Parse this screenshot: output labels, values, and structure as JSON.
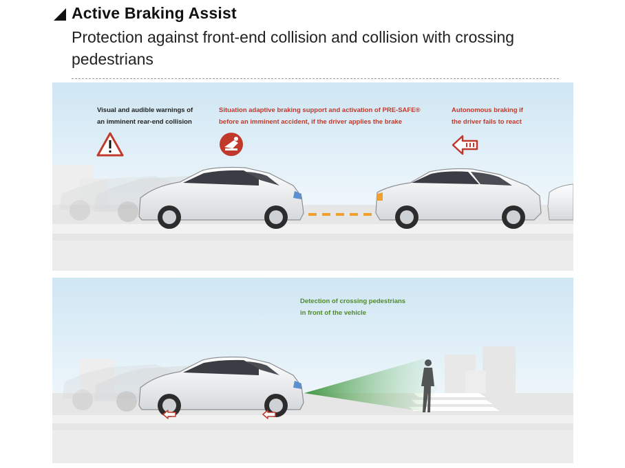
{
  "header": {
    "title": "Active Braking Assist",
    "subtitle": "Protection against front-end collision and collision with crossing pedestrians"
  },
  "top_panel": {
    "caption_warning": "Visual and audible warnings of\nan imminent rear-end collision",
    "caption_braking": "Situation adaptive braking support and activation of PRE-SAFE®\nbefore an imminent accident, if the driver applies the brake",
    "caption_autonomous": "Autonomous braking if\nthe driver fails to react",
    "icons": [
      "warning-triangle-icon",
      "brake-pedal-icon",
      "arrow-left-icon"
    ]
  },
  "bottom_panel": {
    "caption_pedestrian": "Detection of crossing pedestrians\nin front of the vehicle",
    "icons": [
      "arrow-left-icon"
    ]
  },
  "colors": {
    "accent_red": "#c0392b",
    "accent_green": "#4f8a2a",
    "sky_blue": "#cfe6f3",
    "road_gray": "#e4e4e4",
    "orange_marks": "#f0a030"
  }
}
